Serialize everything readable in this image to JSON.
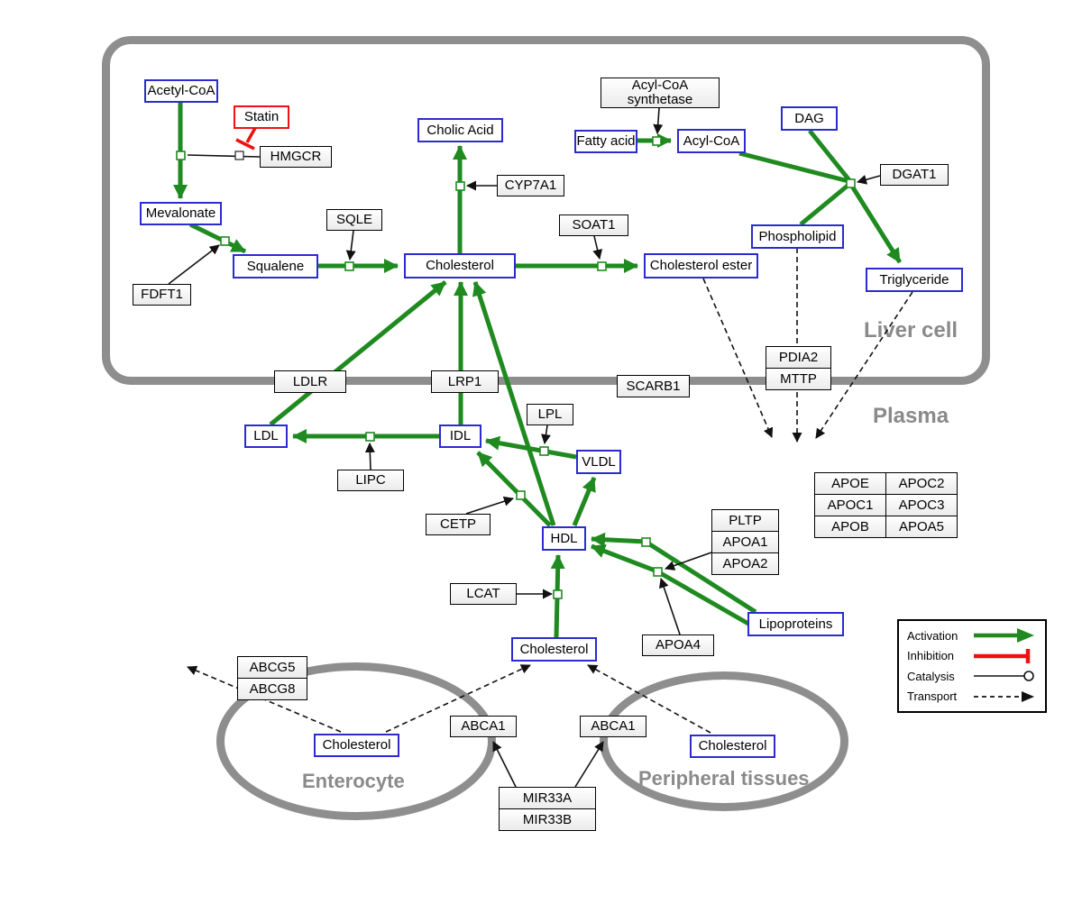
{
  "compartments": {
    "liver": "Liver cell",
    "plasma": "Plasma",
    "enterocyte": "Enterocyte",
    "peripheral": "Peripheral tissues"
  },
  "nodes": {
    "acetyl_coa": "Acetyl-CoA",
    "statin": "Statin",
    "hmgcr": "HMGCR",
    "mevalonate": "Mevalonate",
    "fdft1": "FDFT1",
    "squalene": "Squalene",
    "sqle": "SQLE",
    "cholesterol_liver": "Cholesterol",
    "cholic_acid": "Cholic Acid",
    "cyp7a1": "CYP7A1",
    "soat1": "SOAT1",
    "cholesterol_ester": "Cholesterol ester",
    "acyl_coa_synthetase": "Acyl-CoA synthetase",
    "fatty_acid": "Fatty acid",
    "acyl_coa": "Acyl-CoA",
    "dag": "DAG",
    "dgat1": "DGAT1",
    "phospholipid": "Phospholipid",
    "triglyceride": "Triglyceride",
    "ldlr": "LDLR",
    "lrp1": "LRP1",
    "scarb1": "SCARB1",
    "pdia2": "PDIA2",
    "mttp": "MTTP",
    "ldl": "LDL",
    "idl": "IDL",
    "lipc": "LIPC",
    "lpl": "LPL",
    "vldl": "VLDL",
    "cetp": "CETP",
    "hdl": "HDL",
    "lcat": "LCAT",
    "pltp": "PLTP",
    "apoa1": "APOA1",
    "apoa2": "APOA2",
    "apoa4": "APOA4",
    "lipoproteins": "Lipoproteins",
    "cholesterol_plasma": "Cholesterol",
    "abcg5": "ABCG5",
    "abcg8": "ABCG8",
    "cholesterol_enterocyte": "Cholesterol",
    "cholesterol_peripheral": "Cholesterol",
    "abca1_left": "ABCA1",
    "abca1_right": "ABCA1",
    "mir33a": "MIR33A",
    "mir33b": "MIR33B"
  },
  "apo_table": {
    "rows": [
      [
        "APOE",
        "APOC2"
      ],
      [
        "APOC1",
        "APOC3"
      ],
      [
        "APOB",
        "APOA5"
      ]
    ]
  },
  "legend": {
    "activation": "Activation",
    "inhibition": "Inhibition",
    "catalysis": "Catalysis",
    "transport": "Transport"
  },
  "colors": {
    "activation_green": "#1f8a1f",
    "inhibition_red": "#ee1111",
    "metabolite_border_blue": "#2b2bd0",
    "compartment_gray": "#8e8e8e"
  }
}
